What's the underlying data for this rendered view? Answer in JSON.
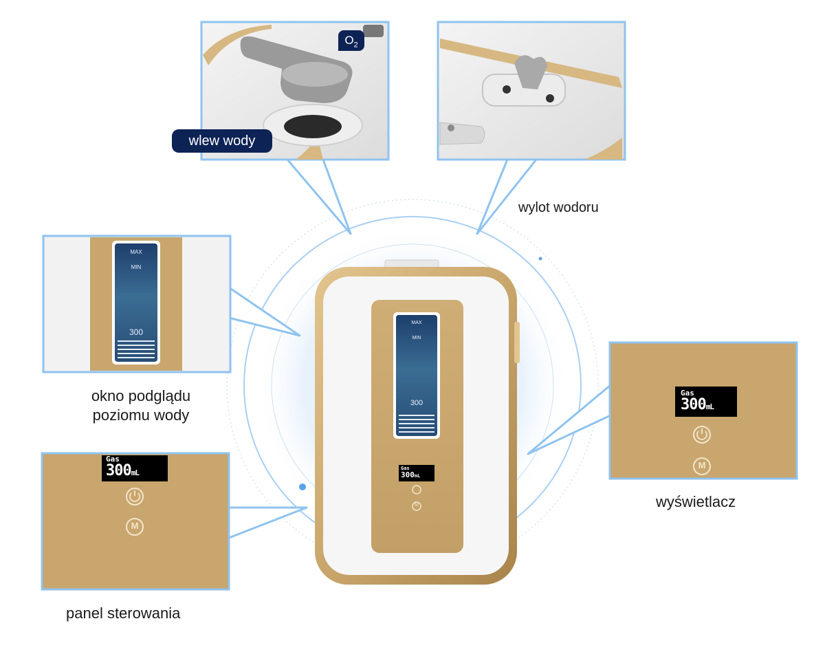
{
  "callouts": {
    "water_inlet": "wlew wody",
    "o2_badge": "O",
    "o2_sub": "2",
    "hydrogen_outlet": "wylot wodoru",
    "water_level_window_line1": "okno podglądu",
    "water_level_window_line2": "poziomu wody",
    "control_panel": "panel sterowania",
    "display": "wyświetlacz"
  },
  "device": {
    "gas_label": "Gas",
    "gas_value": "300",
    "gas_unit": "mL",
    "gauge_max": "MAX",
    "gauge_min": "MIN",
    "gauge_value": "300",
    "power_button_icon": "power-icon",
    "mode_button_label": "M"
  },
  "colors": {
    "gold": "#c9a66b",
    "gold_dark": "#b08a4f",
    "callout_border": "#8fc3ef",
    "badge_navy": "#0d2356",
    "lcd": "#000000"
  }
}
